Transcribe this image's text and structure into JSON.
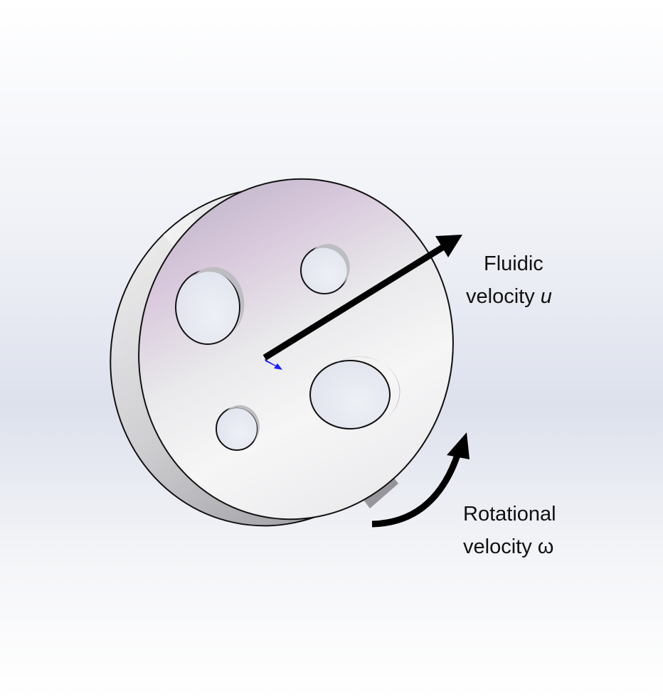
{
  "labels": {
    "fluidic_line1": "Fluidic",
    "fluidic_line2": "velocity",
    "fluidic_symbol": "u",
    "rotational_line1": "Rotational",
    "rotational_line2": "velocity ω"
  },
  "colors": {
    "arrow": "#000000",
    "axis_marker": "#1a1aff",
    "background_mid": "#dfe3ee"
  }
}
